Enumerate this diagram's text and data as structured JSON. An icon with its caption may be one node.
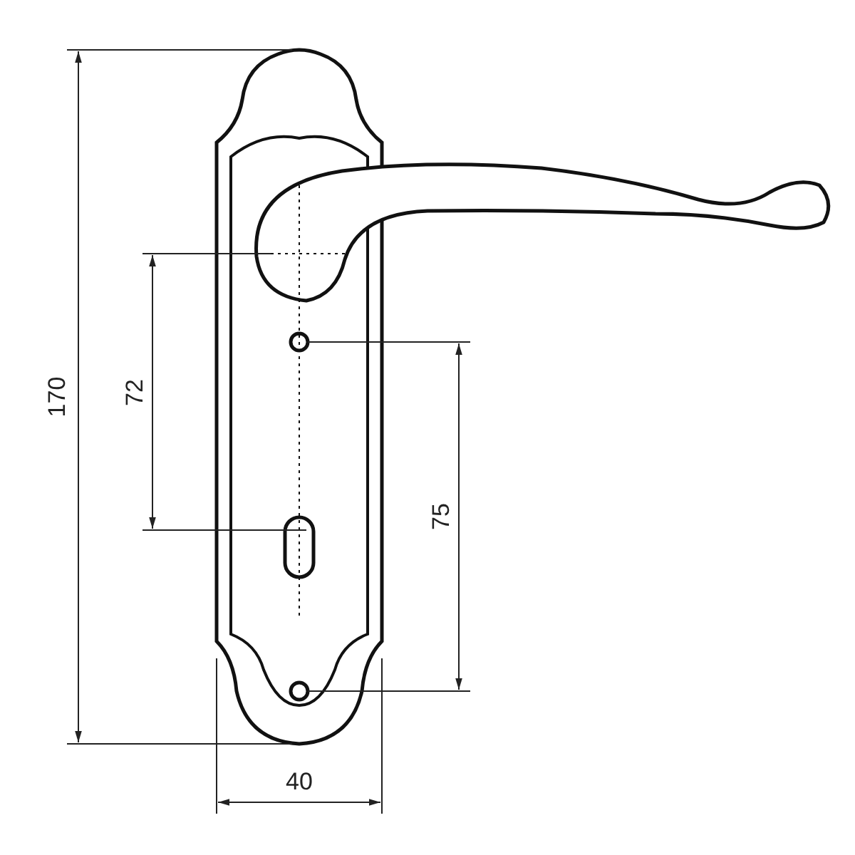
{
  "diagram": {
    "labels": [
      "170",
      "72",
      "75",
      "40"
    ]
  }
}
